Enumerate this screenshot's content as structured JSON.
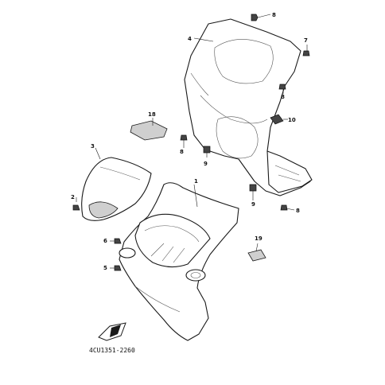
{
  "diagram_code": "4CU1351-2260",
  "callouts": [
    {
      "id": "c1",
      "label": "1"
    },
    {
      "id": "c2",
      "label": "2"
    },
    {
      "id": "c3",
      "label": "3"
    },
    {
      "id": "c4",
      "label": "4"
    },
    {
      "id": "c5",
      "label": "5"
    },
    {
      "id": "c6",
      "label": "6"
    },
    {
      "id": "c7",
      "label": "7"
    },
    {
      "id": "c8a",
      "label": "8"
    },
    {
      "id": "c8b",
      "label": "8"
    },
    {
      "id": "c8c",
      "label": "8"
    },
    {
      "id": "c8d",
      "label": "8"
    },
    {
      "id": "c9a",
      "label": "9"
    },
    {
      "id": "c9b",
      "label": "9"
    },
    {
      "id": "c10",
      "label": "10"
    },
    {
      "id": "c18",
      "label": "18"
    },
    {
      "id": "c19",
      "label": "19"
    }
  ],
  "icons": {
    "front_arrow": "front-arrow-icon"
  }
}
